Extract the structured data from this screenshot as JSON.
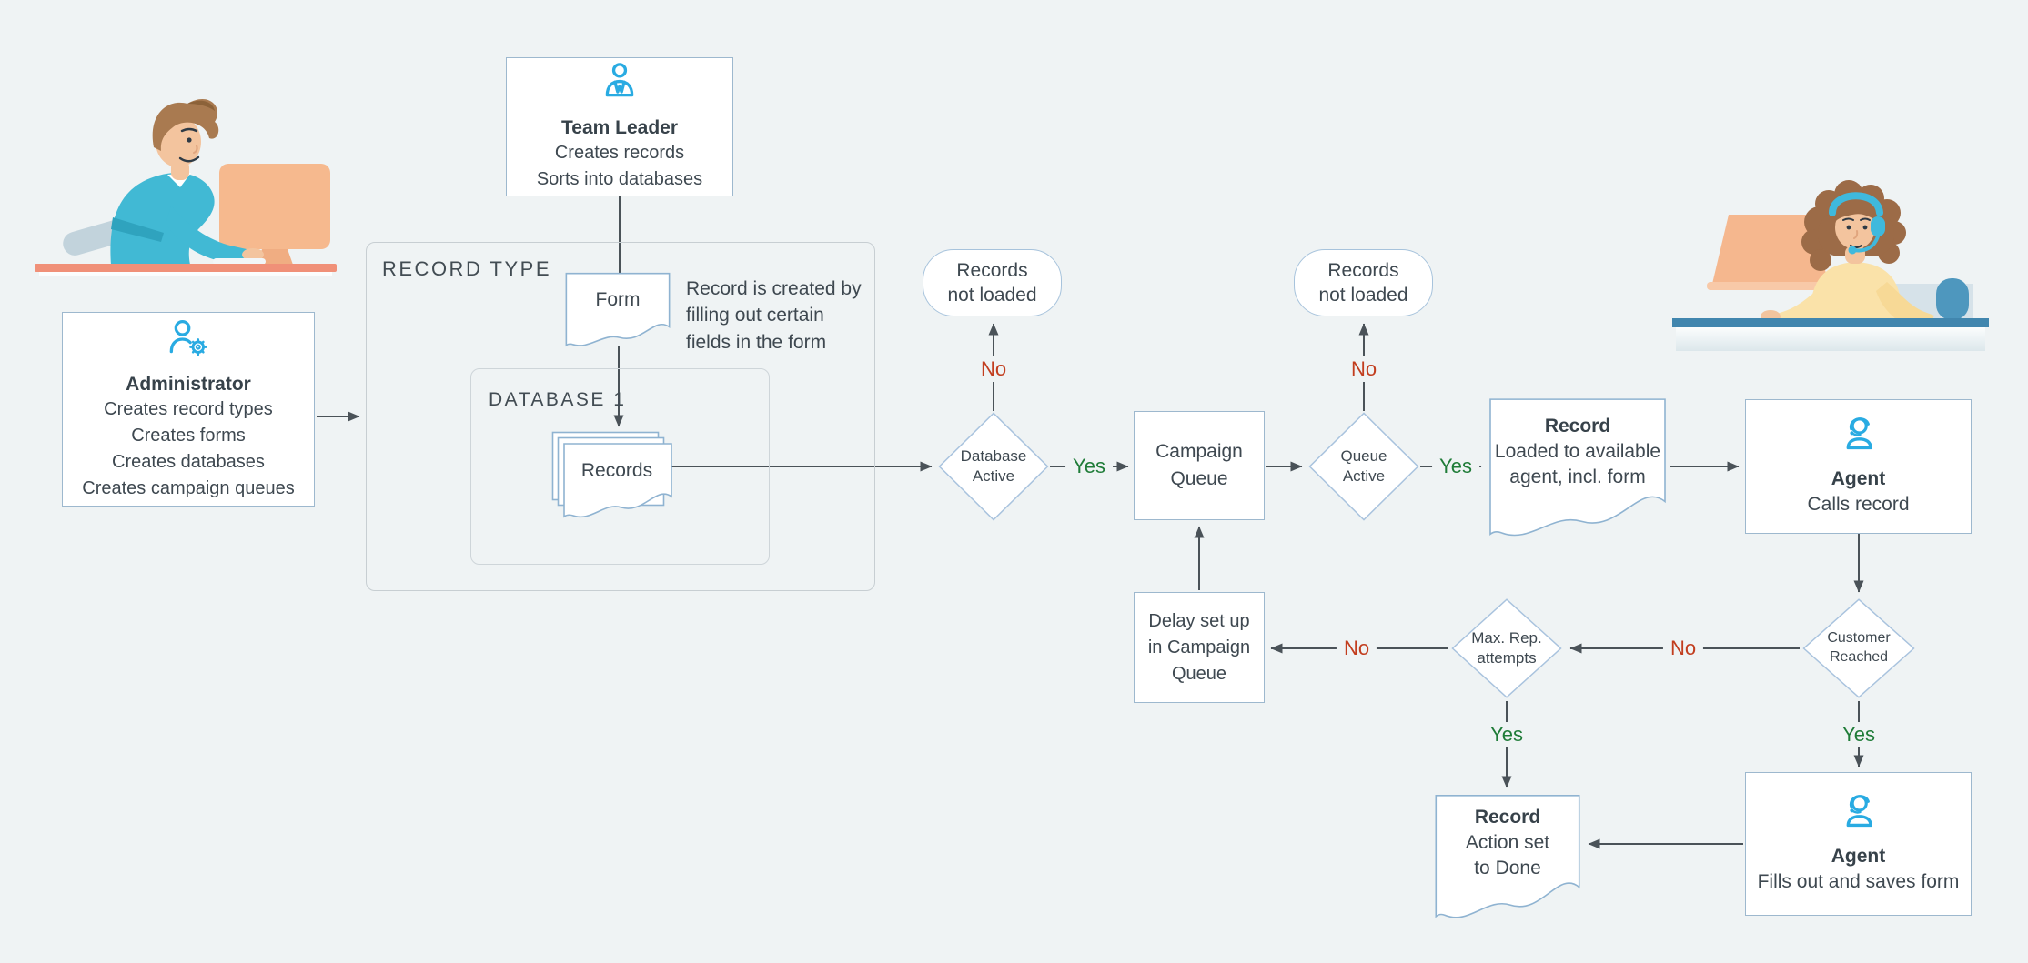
{
  "colors": {
    "background": "#EFF3F4",
    "accent_icon": "#29ABE2",
    "shape_border": "#9DB8CE",
    "doc_border": "#8FB3D1",
    "container_border": "#C7CED2",
    "arrow": "#4A5258",
    "text": "#3E4850",
    "yes_green": "#1F7C38",
    "no_red": "#C23D1E"
  },
  "actors": {
    "team_leader": {
      "title": "Team Leader",
      "lines": [
        "Creates records",
        "Sorts into databases"
      ]
    },
    "administrator": {
      "title": "Administrator",
      "lines": [
        "Creates record types",
        "Creates forms",
        "Creates databases",
        "Creates campaign queues"
      ]
    }
  },
  "containers": {
    "record_type": {
      "label": "RECORD TYPE"
    },
    "database1": {
      "label": "DATABASE 1"
    }
  },
  "nodes": {
    "form": {
      "label": "Form"
    },
    "form_note": {
      "lines": [
        "Record is created by",
        "filling out certain",
        "fields in the form"
      ]
    },
    "records": {
      "label": "Records"
    },
    "records_not_loaded_1": {
      "lines": [
        "Records",
        "not loaded"
      ]
    },
    "records_not_loaded_2": {
      "lines": [
        "Records",
        "not loaded"
      ]
    },
    "database_active": {
      "lines": [
        "Database",
        "Active"
      ]
    },
    "campaign_queue": {
      "lines": [
        "Campaign",
        "Queue"
      ]
    },
    "queue_active": {
      "lines": [
        "Queue",
        "Active"
      ]
    },
    "record_loaded": {
      "title": "Record",
      "lines": [
        "Loaded to available",
        "agent, incl. form"
      ]
    },
    "agent_calls": {
      "title": "Agent",
      "line": "Calls record"
    },
    "customer_reached": {
      "lines": [
        "Customer",
        "Reached"
      ]
    },
    "max_rep": {
      "lines": [
        "Max. Rep.",
        "attempts"
      ]
    },
    "delay": {
      "lines": [
        "Delay set up",
        "in Campaign",
        "Queue"
      ]
    },
    "record_done": {
      "title": "Record",
      "lines": [
        "Action set",
        "to Done"
      ]
    },
    "agent_fills": {
      "title": "Agent",
      "line": "Fills out and saves form"
    }
  },
  "edge_labels": {
    "database_active_no": "No",
    "database_active_yes": "Yes",
    "queue_active_no": "No",
    "queue_active_yes": "Yes",
    "customer_reached_no": "No",
    "customer_reached_yes": "Yes",
    "max_rep_no": "No",
    "max_rep_yes": "Yes"
  }
}
